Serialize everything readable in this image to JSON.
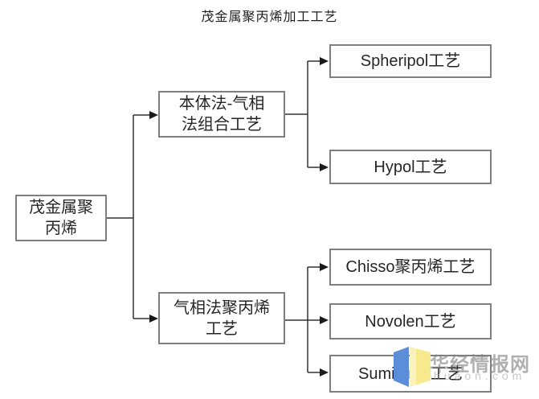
{
  "title": "茂金属聚丙烯加工工艺",
  "diagram": {
    "root": {
      "label": "茂金属聚\n丙烯"
    },
    "branches": [
      {
        "label": "本体法-气相\n法组合工艺",
        "children": [
          {
            "label": "Spheripol工艺"
          },
          {
            "label": "Hypol工艺"
          }
        ]
      },
      {
        "label": "气相法聚丙烯\n工艺",
        "children": [
          {
            "label": "Chisso聚丙烯工艺"
          },
          {
            "label": "Novolen工艺"
          },
          {
            "label": "Sumitomo工艺"
          }
        ]
      }
    ]
  },
  "watermark": {
    "brand": "华经情报网",
    "domain": "huaon.com",
    "logo_colors": {
      "blue": "#5B8DD9",
      "yellow": "#F6E98E",
      "pale_yellow": "#FAF2BE"
    }
  },
  "colors": {
    "background": "#FFFFFF",
    "box_border": "#7F7F7F",
    "connector": "#333333",
    "text": "#262626"
  }
}
